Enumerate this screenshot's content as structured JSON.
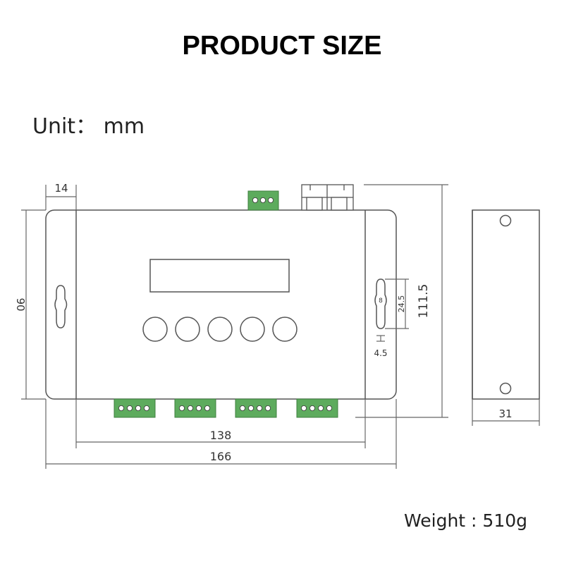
{
  "title": "PRODUCT SIZE",
  "unit": {
    "label": "Unit",
    "colon": "：",
    "value": "mm"
  },
  "weight": {
    "text": "Weight : 510g"
  },
  "dimensions": {
    "flange": "14",
    "height": "90",
    "overall_height": "111.5",
    "slot_length": "24.5",
    "slot_width": "8",
    "slot_offset": "4.5",
    "inner_width": "138",
    "overall_width": "166",
    "depth": "31"
  },
  "colors": {
    "line": "#555555",
    "connector_fill": "#5dab5d",
    "connector_pin": "#ffffff"
  }
}
